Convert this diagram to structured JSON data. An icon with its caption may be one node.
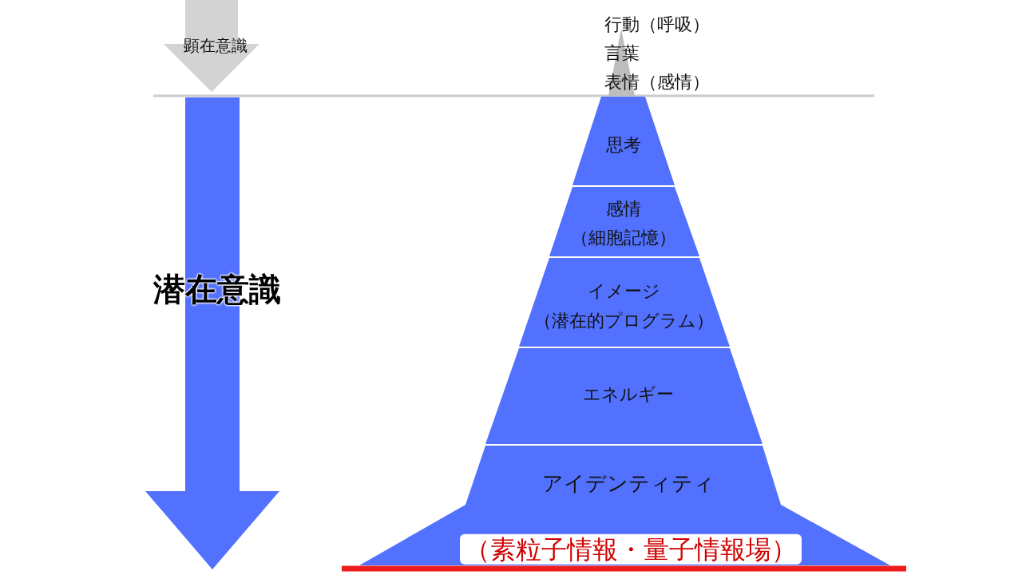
{
  "diagram": {
    "nodes": [
      {
        "text": [
          "顕在意識"
        ]
      },
      {
        "text": [
          "潜在意識"
        ]
      },
      {
        "text": [
          "思考"
        ]
      },
      {
        "text": [
          "感情",
          "（細胞記憶）"
        ]
      },
      {
        "text": [
          "イメージ",
          "（潜在的プログラム）"
        ]
      },
      {
        "text": [
          "エネルギー"
        ]
      },
      {
        "text": [
          "アイデンティティ"
        ]
      },
      {
        "text": [
          "（素粒子情報・量子情報場）"
        ]
      }
    ],
    "edges": [],
    "labels": [
      "行動（呼吸）",
      "言葉",
      "表情（感情）"
    ]
  }
}
